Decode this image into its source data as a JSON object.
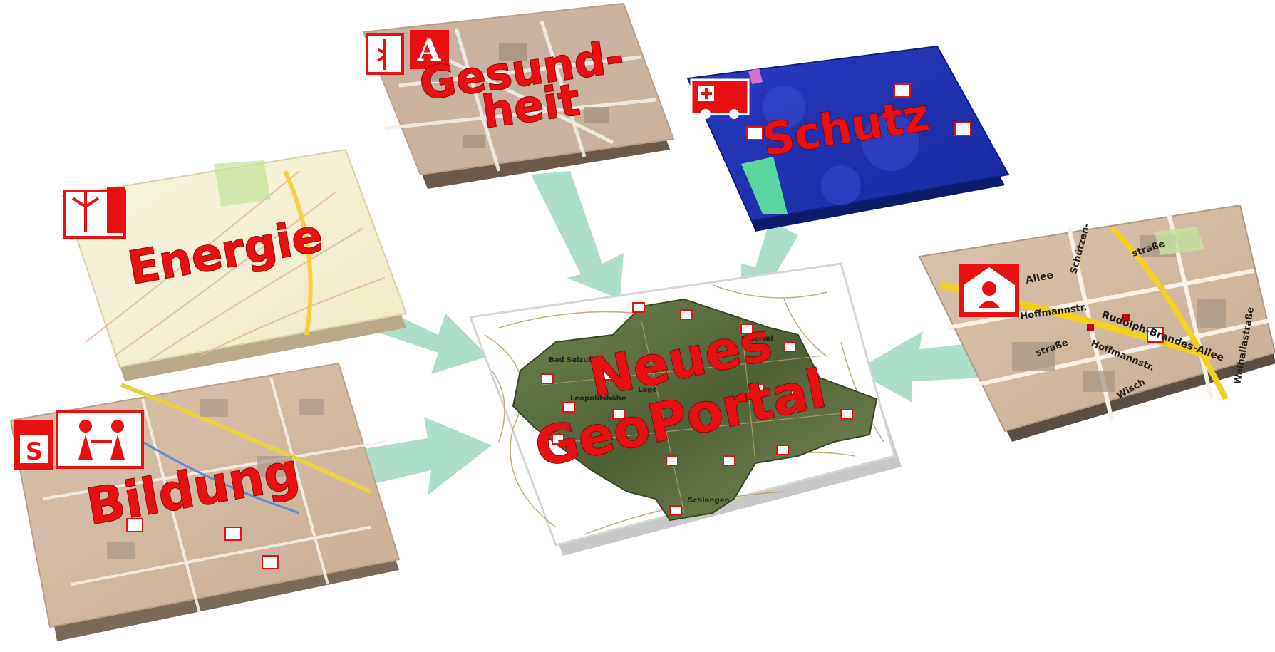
{
  "tiles": {
    "gesundheit": {
      "line1": "Gesund-",
      "line2": "heit",
      "icon": "pharmacy-icon"
    },
    "schutz": {
      "label": "Schutz",
      "icon": "ambulance-icon"
    },
    "energie": {
      "label": "Energie",
      "icon": "wind-turbine-icon"
    },
    "bildung": {
      "label": "Bildung",
      "icon": "school-children-icon"
    },
    "center": {
      "line1": "Neues",
      "line2": "GeoPortal"
    },
    "seniors": {
      "icon": "senior-home-icon"
    }
  },
  "map_labels": {
    "center": [
      "Bad Salzuflen",
      "Lage",
      "Leopoldshöhe",
      "Extertal",
      "Schlangen"
    ],
    "street_map": [
      "Allee",
      "Hoffmannstr.",
      "straße",
      "Schützen-",
      "Rudolph-Brandes-Allee",
      "Hoffmannstr.",
      "Walhallastraße",
      "straße",
      "Wisch"
    ]
  },
  "colors": {
    "label_red": "#e81010",
    "arrow_green": "#9fd8bf",
    "water_blue": "#1c2ea8",
    "terrain_green": "#5a6e3a",
    "street_beige": "#d8c0a8"
  }
}
